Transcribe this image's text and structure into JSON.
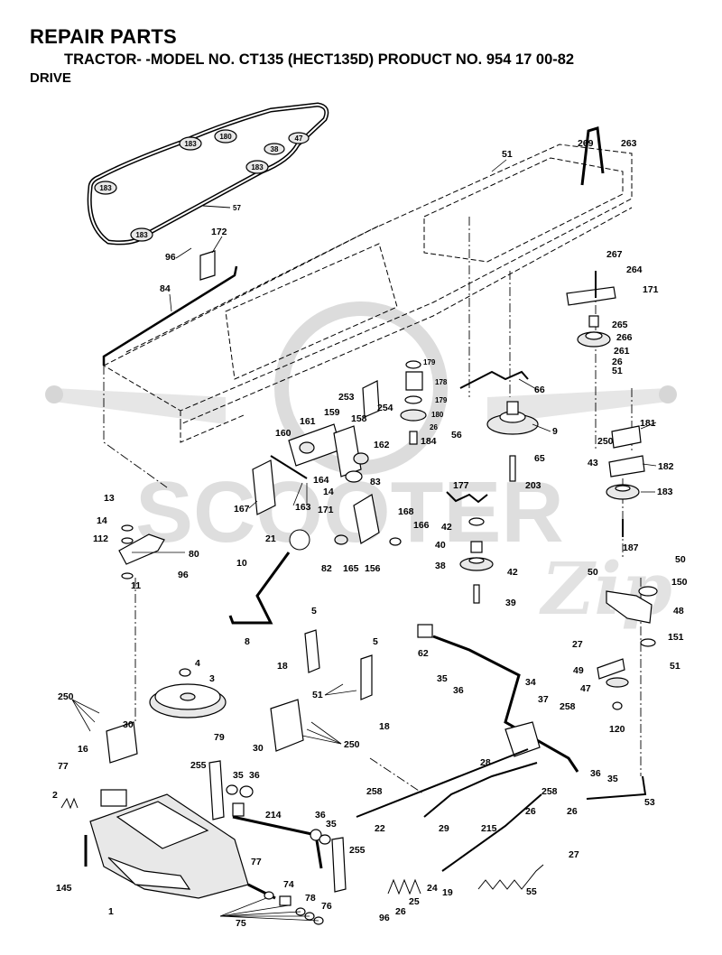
{
  "header": {
    "title": "REPAIR PARTS",
    "subtitle": "TRACTOR- -MODEL NO. CT135 (HECT135D) PRODUCT NO. 954 17 00-82",
    "section": "DRIVE"
  },
  "watermark": {
    "text": "SCOOTER",
    "script": "Zip"
  },
  "callouts": {
    "c1": "1",
    "c2": "2",
    "c3": "3",
    "c4": "4",
    "c5a": "5",
    "c5b": "5",
    "c8": "8",
    "c9": "9",
    "c10": "10",
    "c11": "11",
    "c13": "13",
    "c14a": "14",
    "c14b": "14",
    "c16": "16",
    "c18a": "18",
    "c18b": "18",
    "c19": "19",
    "c21": "21",
    "c22": "22",
    "c24": "24",
    "c25": "25",
    "c26a": "26",
    "c26b": "26",
    "c26c": "26",
    "c26d": "26",
    "c26e": "26",
    "c27a": "27",
    "c27b": "27",
    "c28": "28",
    "c29": "29",
    "c30a": "30",
    "c30b": "30",
    "c34": "34",
    "c35a": "35",
    "c35b": "35",
    "c35c": "35",
    "c35d": "35",
    "c36a": "36",
    "c36b": "36",
    "c36c": "36",
    "c36d": "36",
    "c37": "37",
    "c38": "38",
    "c39": "39",
    "c40": "40",
    "c42a": "42",
    "c42b": "42",
    "c43": "43",
    "c47": "47",
    "c48": "48",
    "c49": "49",
    "c50a": "50",
    "c50b": "50",
    "c51a": "51",
    "c51b": "51",
    "c51c": "51",
    "c51d": "51",
    "c53": "53",
    "c55": "55",
    "c56": "56",
    "c57": "57",
    "c62": "62",
    "c65": "65",
    "c66": "66",
    "c74": "74",
    "c75": "75",
    "c76": "76",
    "c77a": "77",
    "c77b": "77",
    "c78": "78",
    "c79": "79",
    "c80": "80",
    "c82": "82",
    "c83": "83",
    "c84": "84",
    "c96a": "96",
    "c96b": "96",
    "c96c": "96",
    "c112": "112",
    "c120": "120",
    "c145": "145",
    "c150": "150",
    "c151": "151",
    "c156": "156",
    "c158": "158",
    "c159": "159",
    "c160": "160",
    "c161": "161",
    "c162": "162",
    "c163": "163",
    "c164": "164",
    "c165": "165",
    "c166": "166",
    "c167": "167",
    "c168": "168",
    "c171a": "171",
    "c171b": "171",
    "c172": "172",
    "c177": "177",
    "c178": "178",
    "c179a": "179",
    "c179b": "179",
    "c180": "180",
    "c181": "181",
    "c182": "182",
    "c183": "183",
    "c184": "184",
    "c187": "187",
    "c203": "203",
    "c214": "214",
    "c215": "215",
    "c250a": "250",
    "c250b": "250",
    "c250c": "250",
    "c253": "253",
    "c254": "254",
    "c255a": "255",
    "c255b": "255",
    "c258a": "258",
    "c258b": "258",
    "c258c": "258",
    "c261": "261",
    "c263": "263",
    "c264": "264",
    "c265": "265",
    "c266": "266",
    "c267": "267",
    "c269": "269"
  },
  "belt_routing": {
    "p183a": "183",
    "p180": "180",
    "p183b": "183",
    "p38": "38",
    "p47": "47",
    "p183c": "183",
    "p183d": "183",
    "belt_label": "57"
  }
}
